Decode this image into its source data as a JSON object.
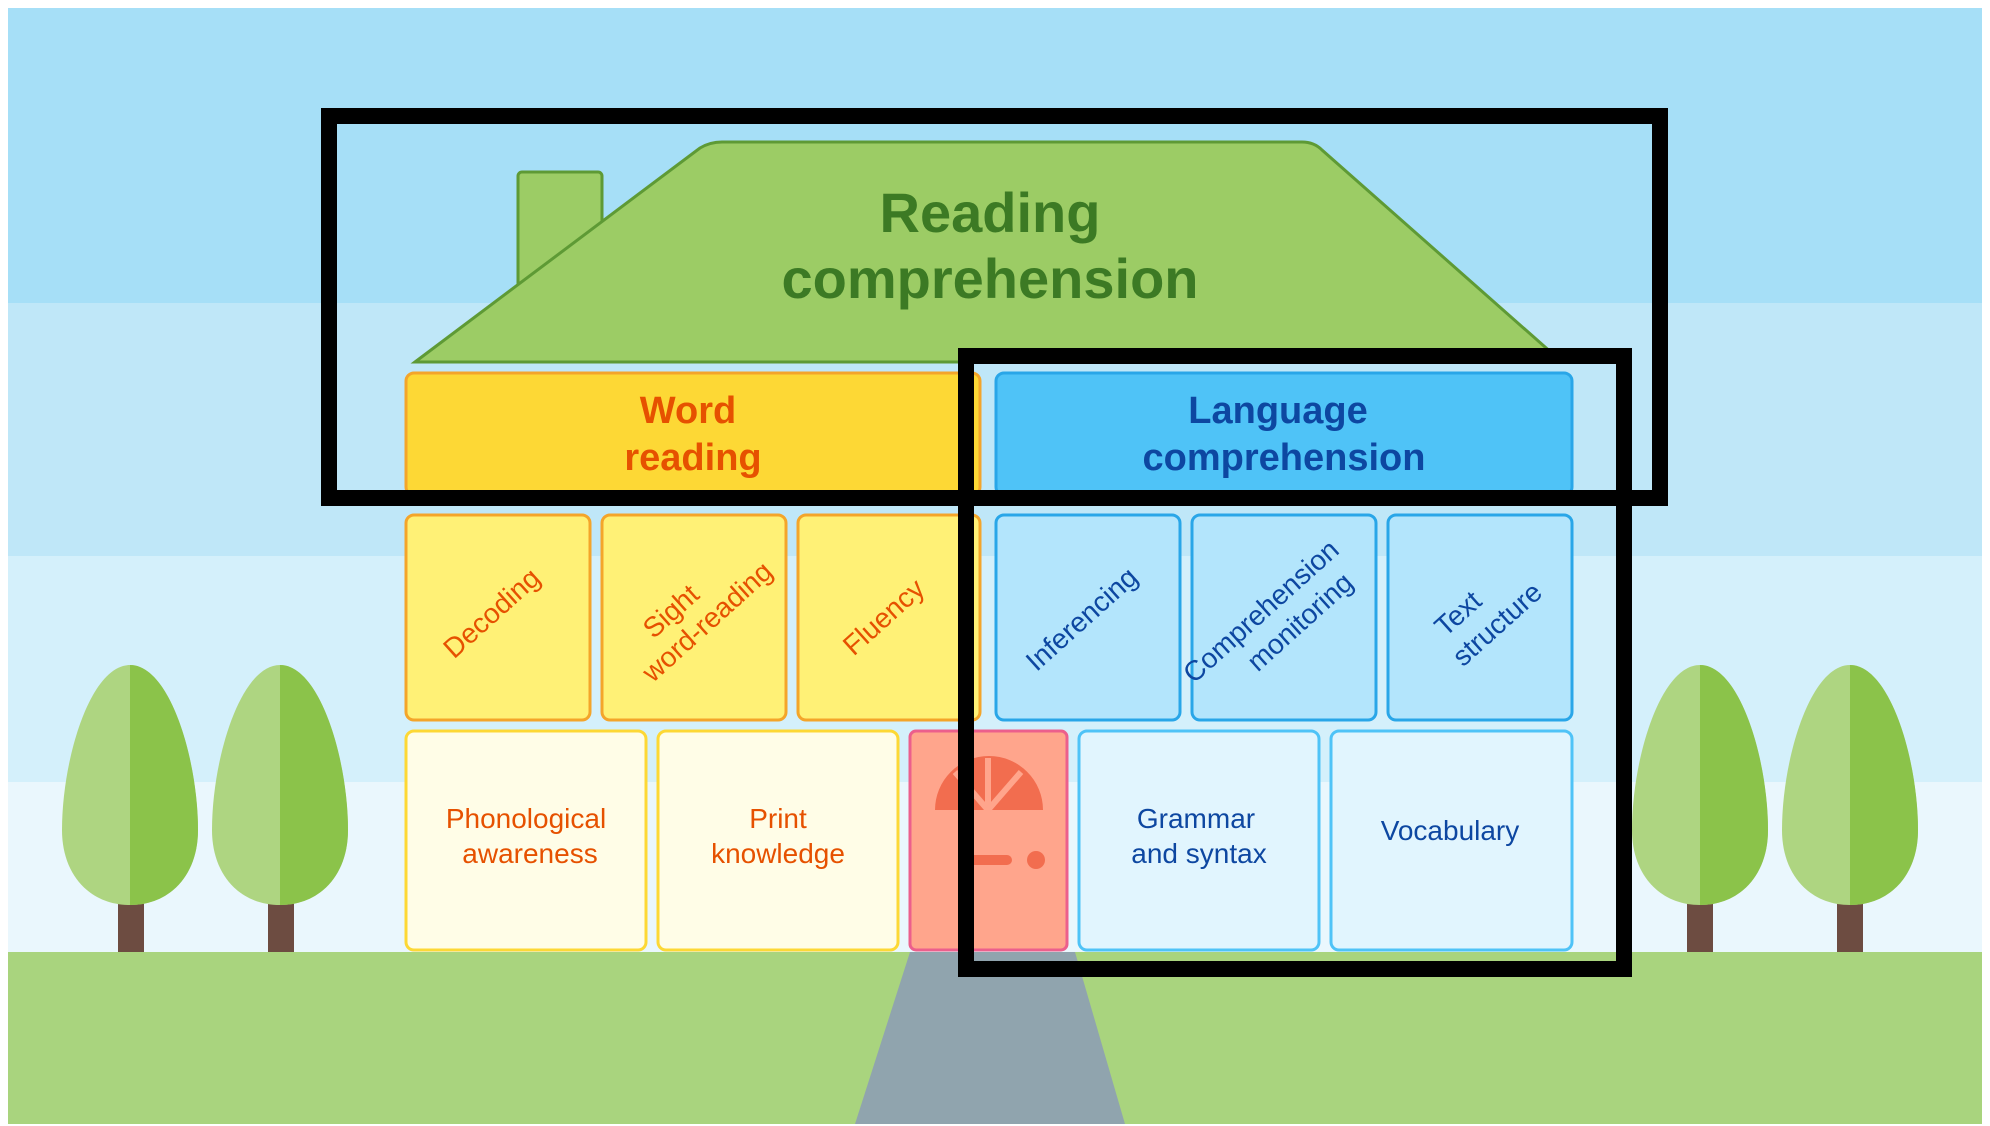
{
  "roof": {
    "title_line1": "Reading",
    "title_line2": "comprehension"
  },
  "word_reading": {
    "line1": "Word",
    "line2": "reading"
  },
  "language_comprehension": {
    "line1": "Language",
    "line2": "comprehension"
  },
  "word_skills": {
    "decoding": "Decoding",
    "sight_line1": "Sight",
    "sight_line2": "word-reading",
    "fluency": "Fluency"
  },
  "language_skills": {
    "inferencing": "Inferencing",
    "monitoring_line1": "Comprehension",
    "monitoring_line2": "monitoring",
    "text_line1": "Text",
    "text_line2": "structure"
  },
  "foundation": {
    "phonological_line1": "Phonological",
    "phonological_line2": "awareness",
    "print_line1": "Print",
    "print_line2": "knowledge",
    "grammar_line1": "Grammar",
    "grammar_line2": "and syntax",
    "vocabulary": "Vocabulary"
  },
  "colors": {
    "sky_top": "#a6dff7",
    "sky_mid": "#bfe7f8",
    "sky_low": "#d4f0fb",
    "grass": "#a9d47e",
    "roof": "#9ccc65",
    "roof_text": "#3c7a24",
    "word_reading_fill": "#fdd835",
    "word_text": "#e65100",
    "language_fill": "#4fc3f7",
    "language_text": "#0d47a1",
    "highlight_box": "#000000"
  }
}
